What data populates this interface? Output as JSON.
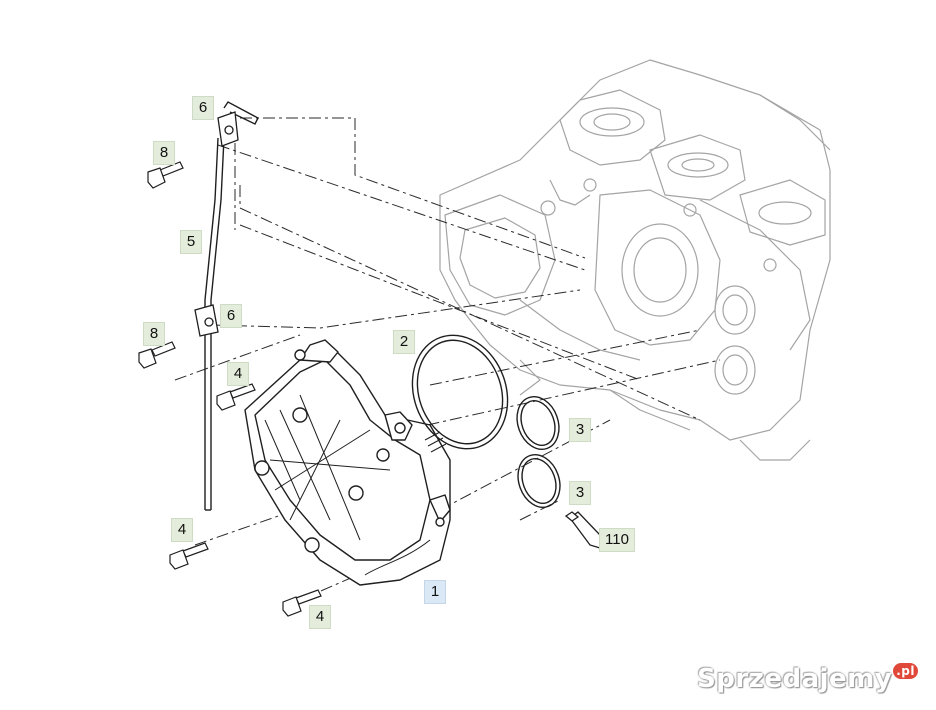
{
  "callouts": {
    "c1": "1",
    "c2": "2",
    "c3a": "3",
    "c3b": "3",
    "c4a": "4",
    "c4b": "4",
    "c4c": "4",
    "c5": "5",
    "c6a": "6",
    "c6b": "6",
    "c8a": "8",
    "c8b": "8",
    "c110": "110"
  },
  "watermark": {
    "brand": "Sprzedajemy",
    "tld": ".pl"
  },
  "colors": {
    "line": "#2a2a2a",
    "engine_line": "#9a9a9a",
    "callout_green": "#e4eddc",
    "callout_blue": "#dbe8f6"
  }
}
